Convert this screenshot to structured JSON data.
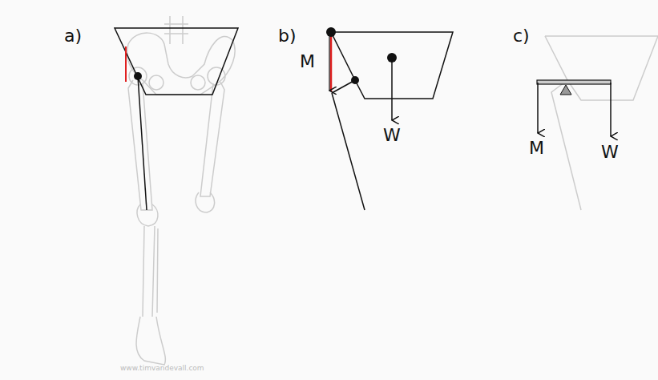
{
  "diagram": {
    "labels": [
      "a)",
      "b)",
      "c)",
      "M",
      "W",
      "M",
      "W",
      "www.timvandevall.com"
    ]
  }
}
